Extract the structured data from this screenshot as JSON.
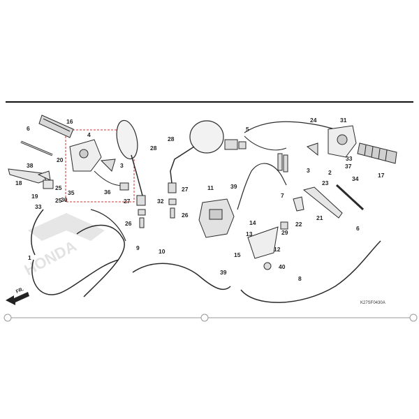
{
  "diagram": {
    "drawing_code": "K27SF0430A",
    "front_marker": "FR.",
    "watermark": "HONDA",
    "highlight_color": "#d03030",
    "line_color": "#2a2a2a",
    "part_labels": [
      "1",
      "2",
      "3",
      "3",
      "4",
      "5",
      "6",
      "6",
      "7",
      "8",
      "9",
      "10",
      "11",
      "12",
      "13",
      "14",
      "15",
      "16",
      "17",
      "18",
      "19",
      "20",
      "21",
      "22",
      "23",
      "24",
      "25",
      "25",
      "26",
      "26",
      "27",
      "27",
      "28",
      "28",
      "29",
      "30",
      "31",
      "32",
      "33",
      "33",
      "34",
      "35",
      "36",
      "37",
      "38",
      "39",
      "39",
      "40"
    ]
  }
}
